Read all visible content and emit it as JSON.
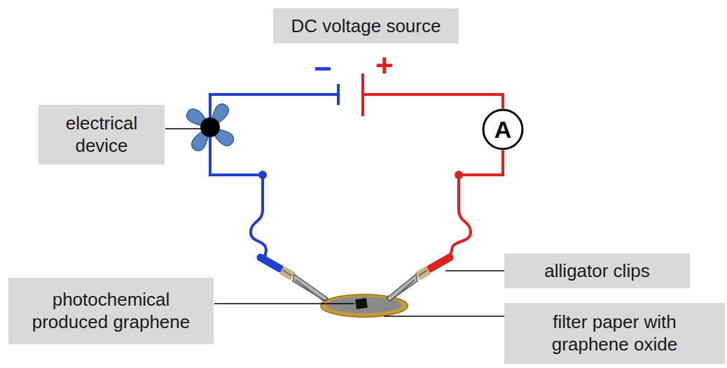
{
  "diagram": {
    "nodes": [
      {
        "text": [
          "DC voltage source"
        ]
      },
      {
        "text": [
          "electrical device"
        ]
      },
      {
        "text": [
          "A"
        ]
      },
      {
        "text": [
          "alligator clips"
        ]
      },
      {
        "text": [
          "photochemical produced graphene"
        ]
      },
      {
        "text": [
          "filter paper with graphene oxide"
        ]
      }
    ],
    "labels": [
      "−",
      "+"
    ]
  }
}
